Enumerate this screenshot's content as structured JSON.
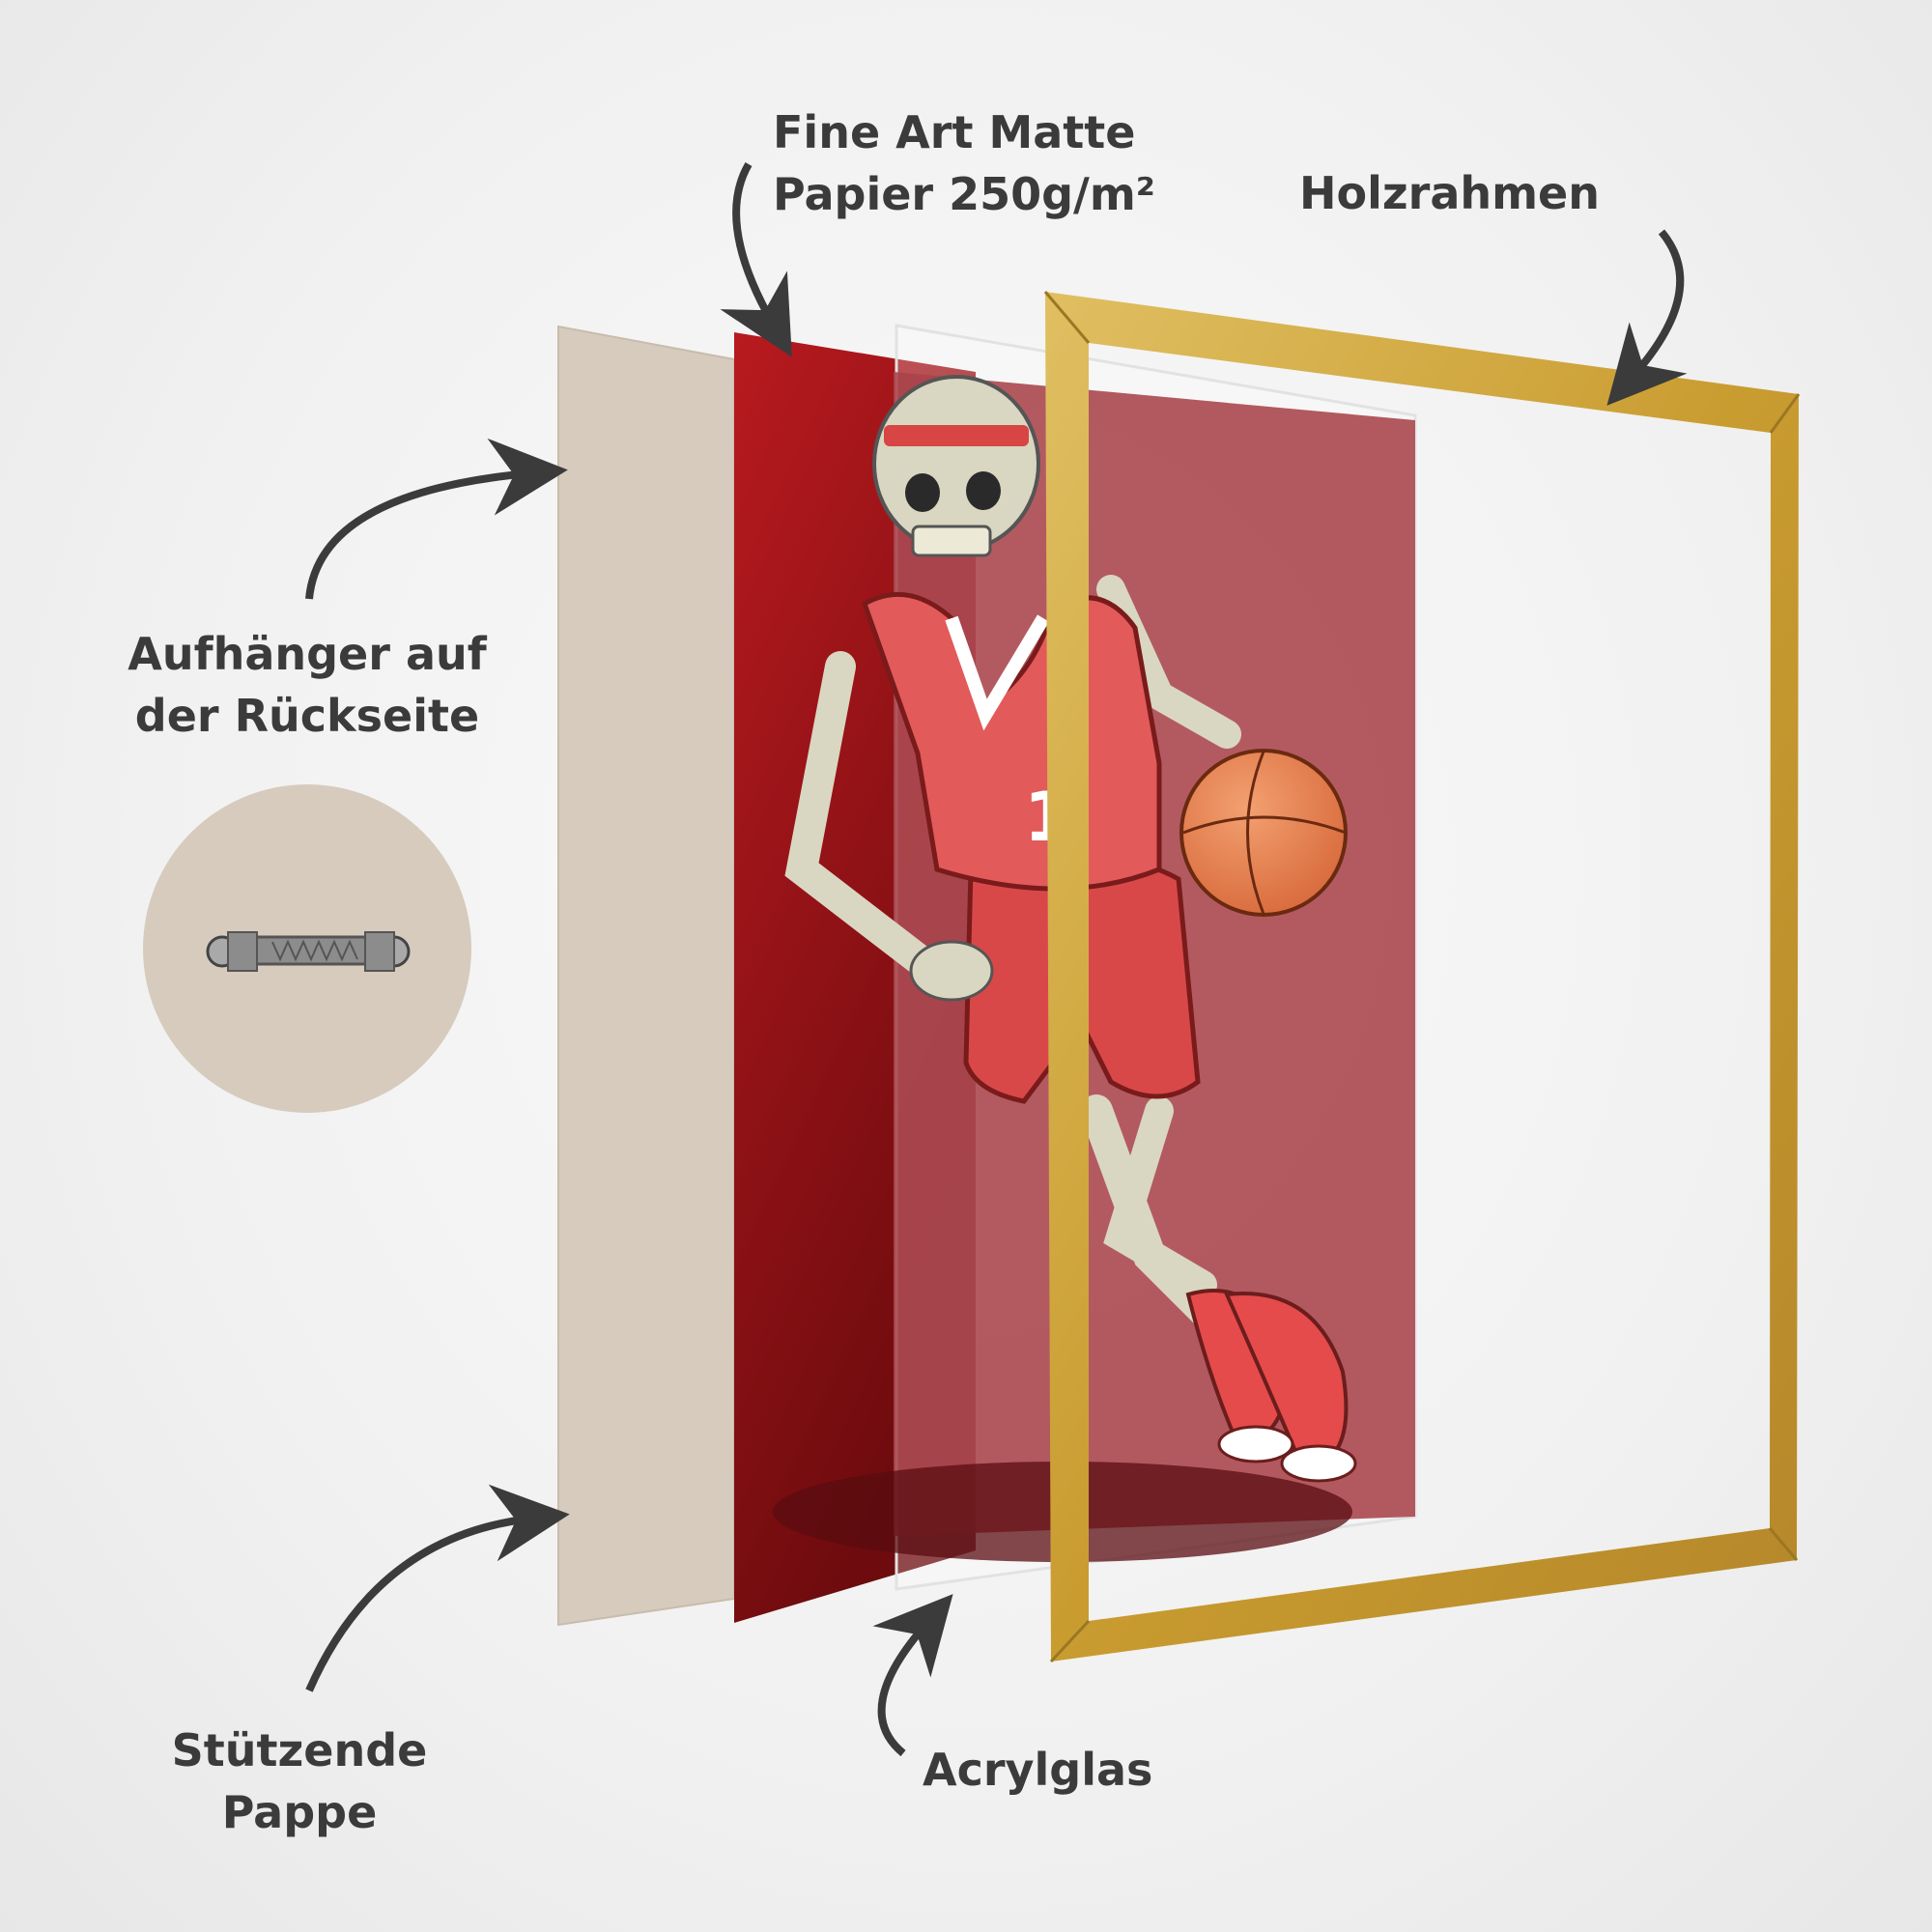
{
  "labels": {
    "paper_line1": "Fine Art Matte",
    "paper_line2": "Papier 250g/m²",
    "frame": "Holzrahmen",
    "hanger_line1": "Aufhänger auf",
    "hanger_line2": "der Rückseite",
    "board_line1": "Stützende",
    "board_line2": "Pappe",
    "acrylic": "Acrylglas"
  },
  "print": {
    "jersey_number": "1"
  },
  "colors": {
    "background": "#f1f1f1",
    "label_text": "#3b3b3b",
    "cardboard": "#d6cbbd",
    "print_red": "#a3151a",
    "frame_gold": "#c9a23c",
    "jersey": "#e25a5a"
  }
}
